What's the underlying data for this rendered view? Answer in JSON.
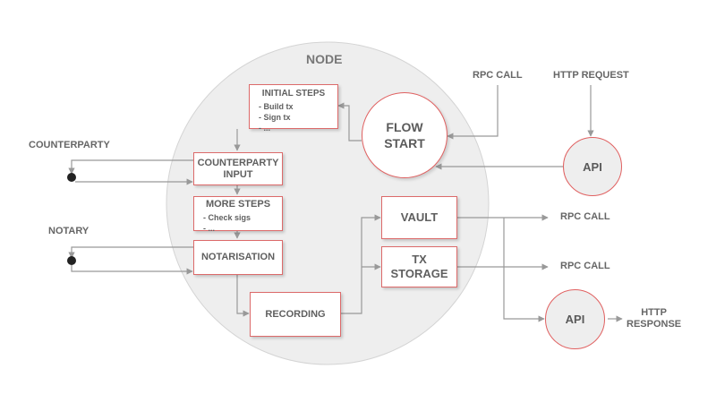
{
  "node": {
    "title": "NODE"
  },
  "steps": {
    "initial": {
      "title": "INITIAL STEPS",
      "items": [
        "- Build tx",
        "- Sign tx",
        "- ..."
      ]
    },
    "counterparty_input": {
      "line1": "COUNTERPARTY",
      "line2": "INPUT"
    },
    "more": {
      "title": "MORE STEPS",
      "items": [
        "- Check sigs",
        "- ..."
      ]
    },
    "notarisation": "NOTARISATION",
    "recording": "RECORDING"
  },
  "flow_start": {
    "line1": "FLOW",
    "line2": "START"
  },
  "storage": {
    "vault": "VAULT",
    "tx_storage_line1": "TX",
    "tx_storage_line2": "STORAGE"
  },
  "external": {
    "rpc_call_in": "RPC CALL",
    "http_request": "HTTP REQUEST",
    "api_top": "API",
    "counterparty": "COUNTERPARTY",
    "notary": "NOTARY",
    "rpc_call_out_1": "RPC CALL",
    "rpc_call_out_2": "RPC CALL",
    "api_bottom": "API",
    "http_response_line1": "HTTP",
    "http_response_line2": "RESPONSE"
  },
  "colors": {
    "node_fill": "#eeeeee",
    "box_border": "#dc6a6a",
    "arrow": "#999999",
    "text": "#5f5f5f"
  }
}
